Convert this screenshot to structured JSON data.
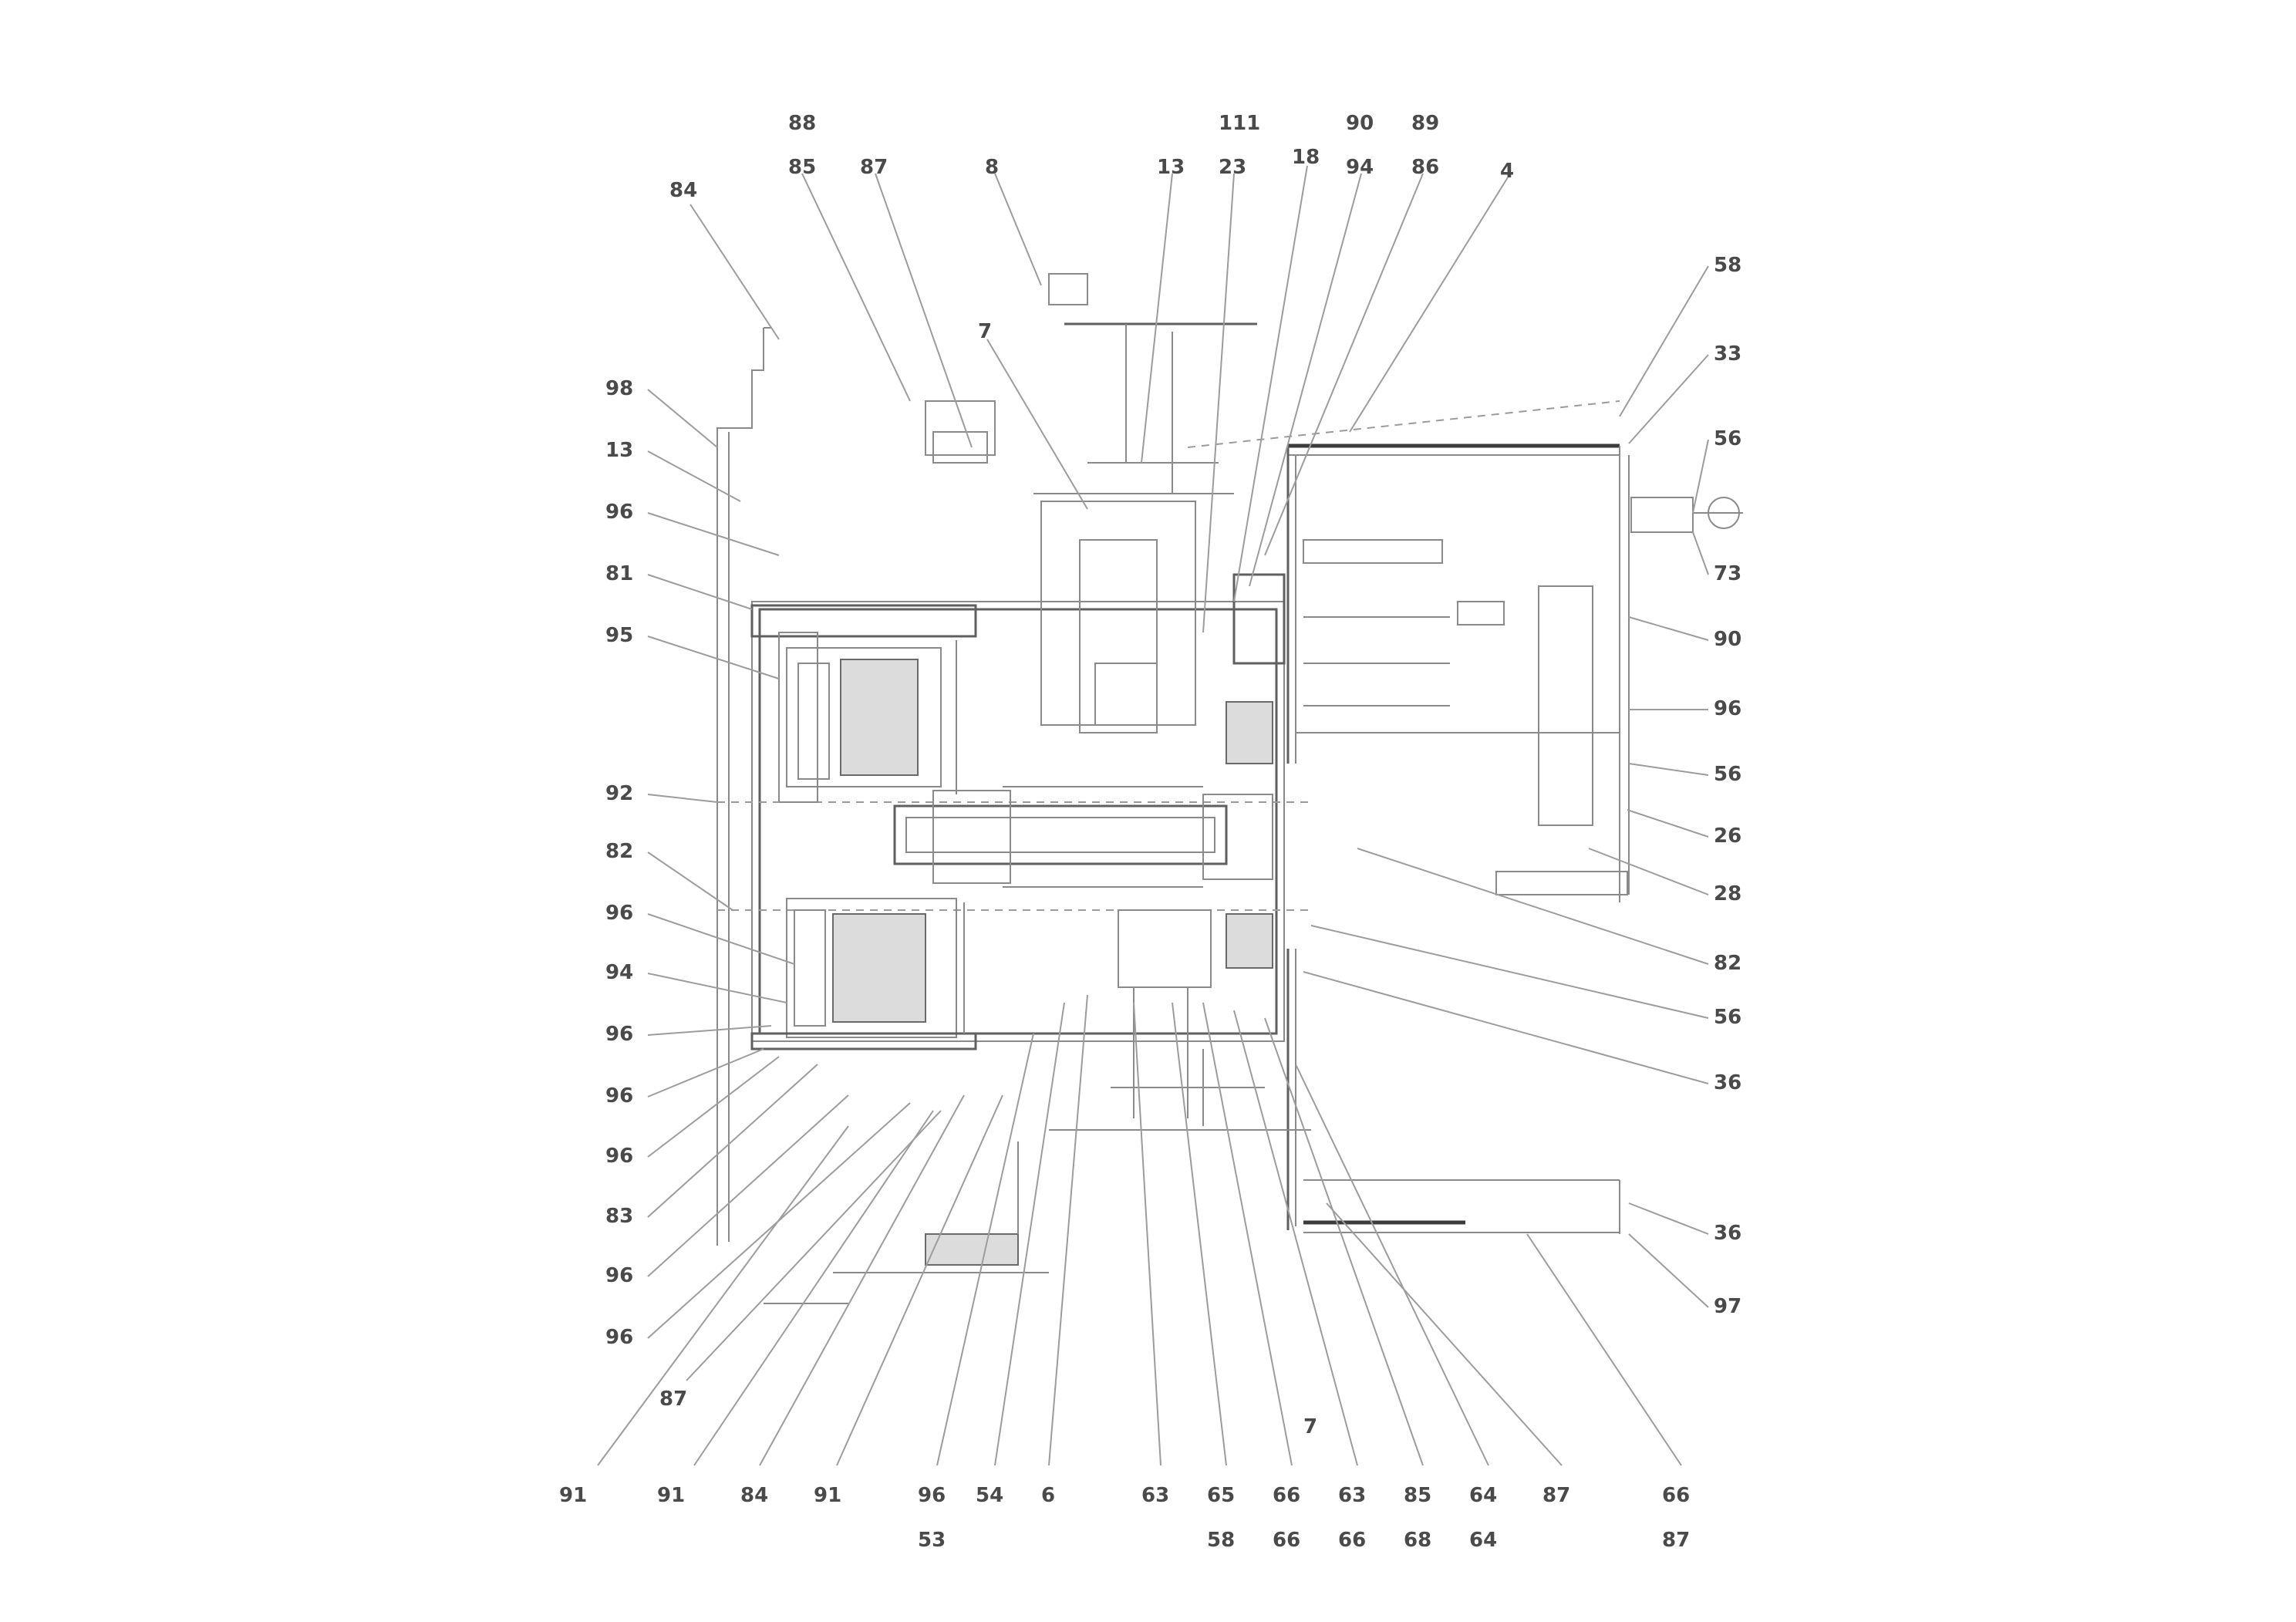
{
  "diagram": {
    "colors": {
      "line": "#8a8a8a",
      "heavy_line": "#3c3c3c",
      "label": "#4a4a4a",
      "background": "#ffffff"
    },
    "callouts_top_row1": [
      "88",
      "111",
      "90",
      "89"
    ],
    "callouts_top_row2": [
      "85",
      "87",
      "8",
      "13",
      "23",
      "18",
      "94",
      "86",
      "4"
    ],
    "callout_top_left": "84",
    "callout_small_top": "7",
    "callouts_left": [
      "98",
      "13",
      "96",
      "81",
      "95",
      "92",
      "82",
      "96",
      "94",
      "96",
      "96",
      "96",
      "83",
      "96",
      "96"
    ],
    "callout_bottom_left_extra": "87",
    "callouts_right": [
      "58",
      "33",
      "56",
      "73",
      "90",
      "96",
      "56",
      "26",
      "28",
      "82",
      "56",
      "36",
      "36",
      "97"
    ],
    "callouts_bottom_row1": [
      "91",
      "91",
      "84",
      "91",
      "96",
      "54",
      "6",
      "63",
      "65",
      "66",
      "63",
      "85",
      "64",
      "87",
      "66"
    ],
    "callouts_bottom_row2": [
      "53",
      "58",
      "66",
      "66",
      "68",
      "64",
      "87"
    ],
    "callout_bottom_mid": "7"
  }
}
